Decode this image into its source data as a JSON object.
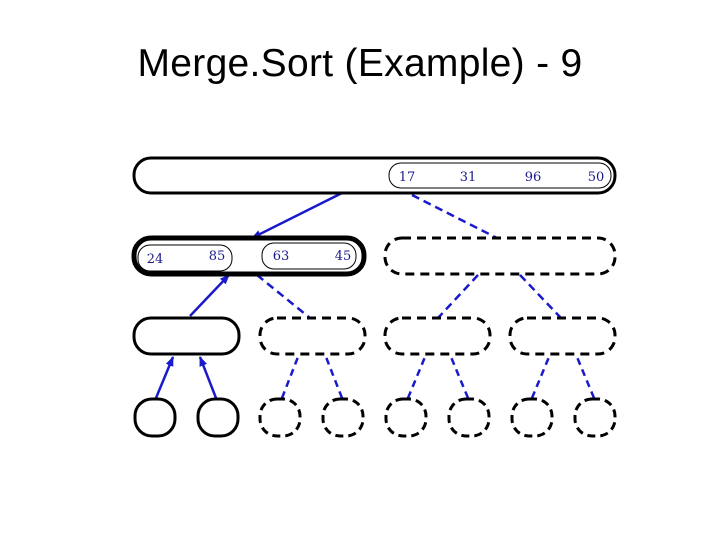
{
  "title": "Merge.Sort (Example) - 9",
  "root_row": [
    "17",
    "31",
    "96",
    "50"
  ],
  "left_child_left_pair": [
    "24",
    "85"
  ],
  "left_child_right_pair": [
    "63",
    "45"
  ],
  "colors": {
    "arrow": "#1a1acc",
    "node_stroke": "#000000",
    "number_text": "#1a1a8c"
  }
}
